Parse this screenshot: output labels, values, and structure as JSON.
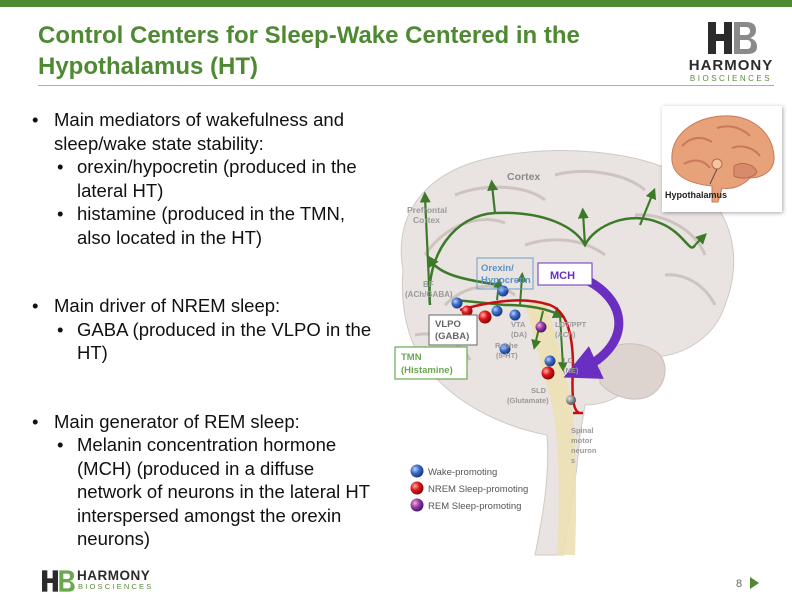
{
  "slide": {
    "title": "Control Centers for Sleep-Wake Centered in the Hypothalamus (HT)",
    "page_number": "8"
  },
  "brand": {
    "name": "HARMONY",
    "subtitle": "BIOSCIENCES",
    "accent_color": "#4f8a33"
  },
  "bullets": [
    {
      "text": "Main mediators of wakefulness and sleep/wake state stability:",
      "sub": [
        "orexin/hypocretin (produced in the lateral HT)",
        "histamine (produced in the TMN, also located in the HT)"
      ]
    },
    {
      "text": "Main driver of NREM sleep:",
      "sub": [
        "GABA (produced in the VLPO in the HT)"
      ]
    },
    {
      "text": "Main generator of REM sleep:",
      "sub": [
        "Melanin concentration hormone (MCH) (produced in a diffuse network of neurons in the lateral HT interspersed amongst the orexin neurons)"
      ]
    }
  ],
  "diagram": {
    "labels": {
      "cortex": "Cortex",
      "prefrontal_1": "Prefrontal",
      "prefrontal_2": "Cortex",
      "bf_1": "BF",
      "bf_2": "(ACh/GABA)",
      "orexin_1": "Orexin/",
      "orexin_2": "Hypocretin",
      "mch": "MCH",
      "vlpo_1": "VLPO",
      "vlpo_2": "(GABA)",
      "tmn_1": "TMN",
      "tmn_2": "(Histamine)",
      "vta_1": "VTA",
      "vta_2": "(DA)",
      "ldt_1": "LDT/PPT",
      "ldt_2": "(ACh)",
      "raphe_1": "Raphe",
      "raphe_2": "(5-HT)",
      "lc_1": "LC",
      "lc_2": "(NE)",
      "sld_1": "SLD",
      "sld_2": "(Glutamate)",
      "spinal_1": "Spinal",
      "spinal_2": "motor",
      "spinal_3": "neuron",
      "spinal_4": "s"
    },
    "legend": [
      {
        "label": "Wake-promoting",
        "color": "#2f5fb8"
      },
      {
        "label": "NREM Sleep-promoting",
        "color": "#e01818"
      },
      {
        "label": "REM Sleep-promoting",
        "color": "#7a2fa8"
      }
    ],
    "inset_label": "Hypothalamus"
  }
}
